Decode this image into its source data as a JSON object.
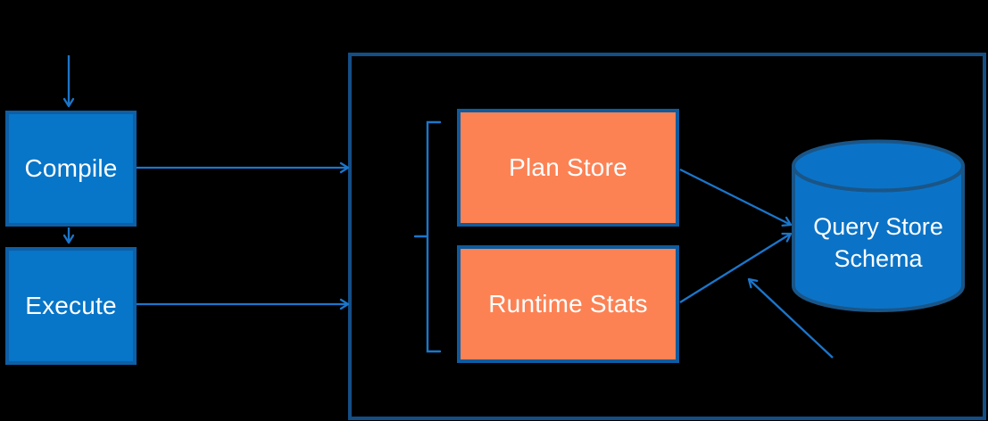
{
  "colors": {
    "background": "#000000",
    "process_fill": "#0775C8",
    "process_border": "#0E5FA5",
    "store_fill": "#FC8254",
    "store_border": "#0E5B9F",
    "container_border": "#144E86",
    "cylinder_fill": "#0A73C7",
    "cylinder_border": "#1A5587",
    "arrow": "#1B76CB",
    "label_text": "#FFFFFF"
  },
  "nodes": {
    "compile": {
      "label": "Compile"
    },
    "execute": {
      "label": "Execute"
    },
    "plan_store": {
      "label": "Plan Store"
    },
    "runtime_stats": {
      "label": "Runtime Stats"
    },
    "query_store_schema": {
      "line1": "Query Store",
      "line2": "Schema"
    }
  }
}
